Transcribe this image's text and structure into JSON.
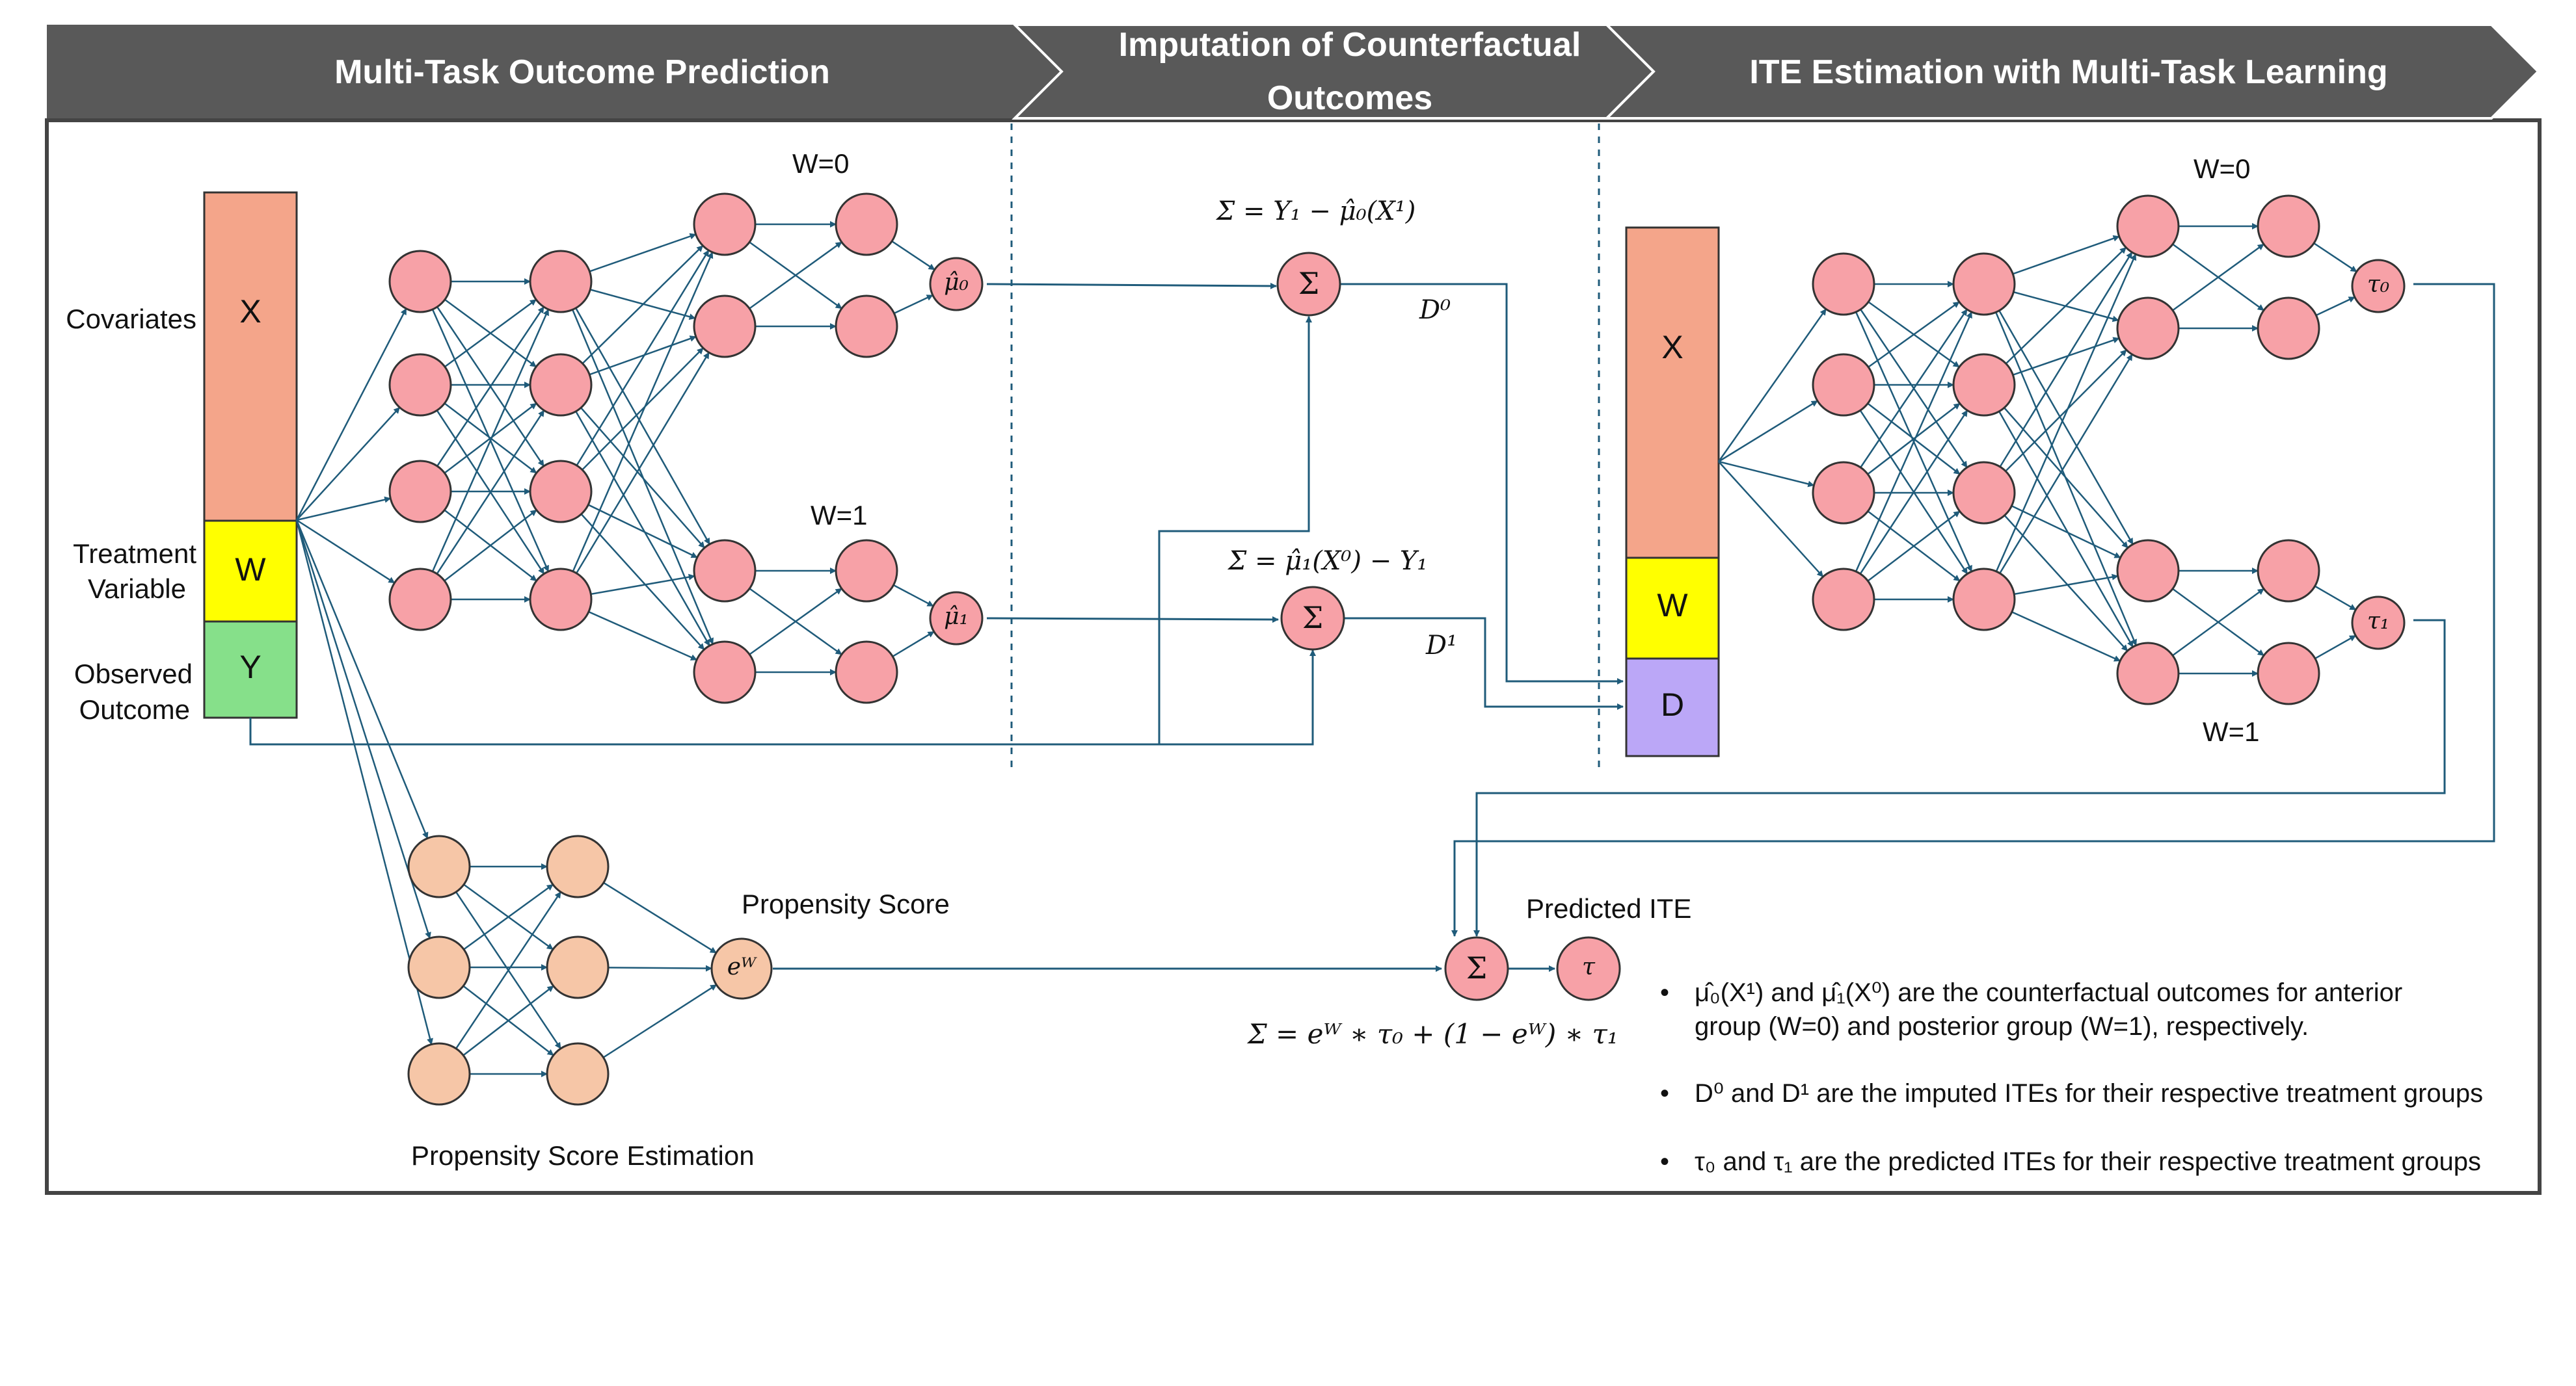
{
  "headers": {
    "stage1": "Multi-Task Outcome Prediction",
    "stage2_line1": "Imputation of Counterfactual",
    "stage2_line2": "Outcomes",
    "stage3": "ITE Estimation with Multi-Task Learning"
  },
  "inputs": {
    "covariates_label": "Covariates",
    "treatment_label_line1": "Treatment",
    "treatment_label_line2": "Variable",
    "observed_label_line1": "Observed",
    "observed_label_line2": "Outcome",
    "x": "X",
    "w": "W",
    "y": "Y",
    "d": "D"
  },
  "branches": {
    "w0": "W=0",
    "w1": "W=1"
  },
  "nodes": {
    "mu0": "μ̂₀",
    "mu1": "μ̂₁",
    "tau0": "τ₀",
    "tau1": "τ₁",
    "ew": "eᵂ",
    "tau": "τ",
    "sum": "Σ"
  },
  "formulas": {
    "sum_d0": "Σ =  Y₁ − μ̂₀(X¹)",
    "sum_d1": "Σ =  μ̂₁(X⁰) − Y₁",
    "d0": "D⁰",
    "d1": "D¹",
    "final": "Σ = eᵂ ∗ τ₀ + (1 − eᵂ) ∗ τ₁"
  },
  "labels": {
    "propensity_score": "Propensity Score",
    "propensity_estimation": "Propensity Score Estimation",
    "predicted_ite": "Predicted ITE"
  },
  "notes": [
    {
      "line1": "μ̂₀(X¹) and μ̂₁(X⁰) are the counterfactual outcomes for anterior",
      "line2": "group (W=0) and posterior group (W=1), respectively."
    },
    {
      "line1": "D⁰ and D¹ are the imputed ITEs for their respective treatment groups",
      "line2": ""
    },
    {
      "line1": "τ₀ and τ₁ are the predicted ITEs for their respective treatment groups",
      "line2": ""
    }
  ],
  "colors": {
    "header_bg": "#595959",
    "x_box": "#f4a58a",
    "w_box": "#ffff00",
    "y_box": "#86e08a",
    "d_box": "#bba7f7",
    "node": "#f7a1a7",
    "prop_node": "#f6c6a7",
    "arrow": "#1f5b7a",
    "frame": "#444444"
  }
}
